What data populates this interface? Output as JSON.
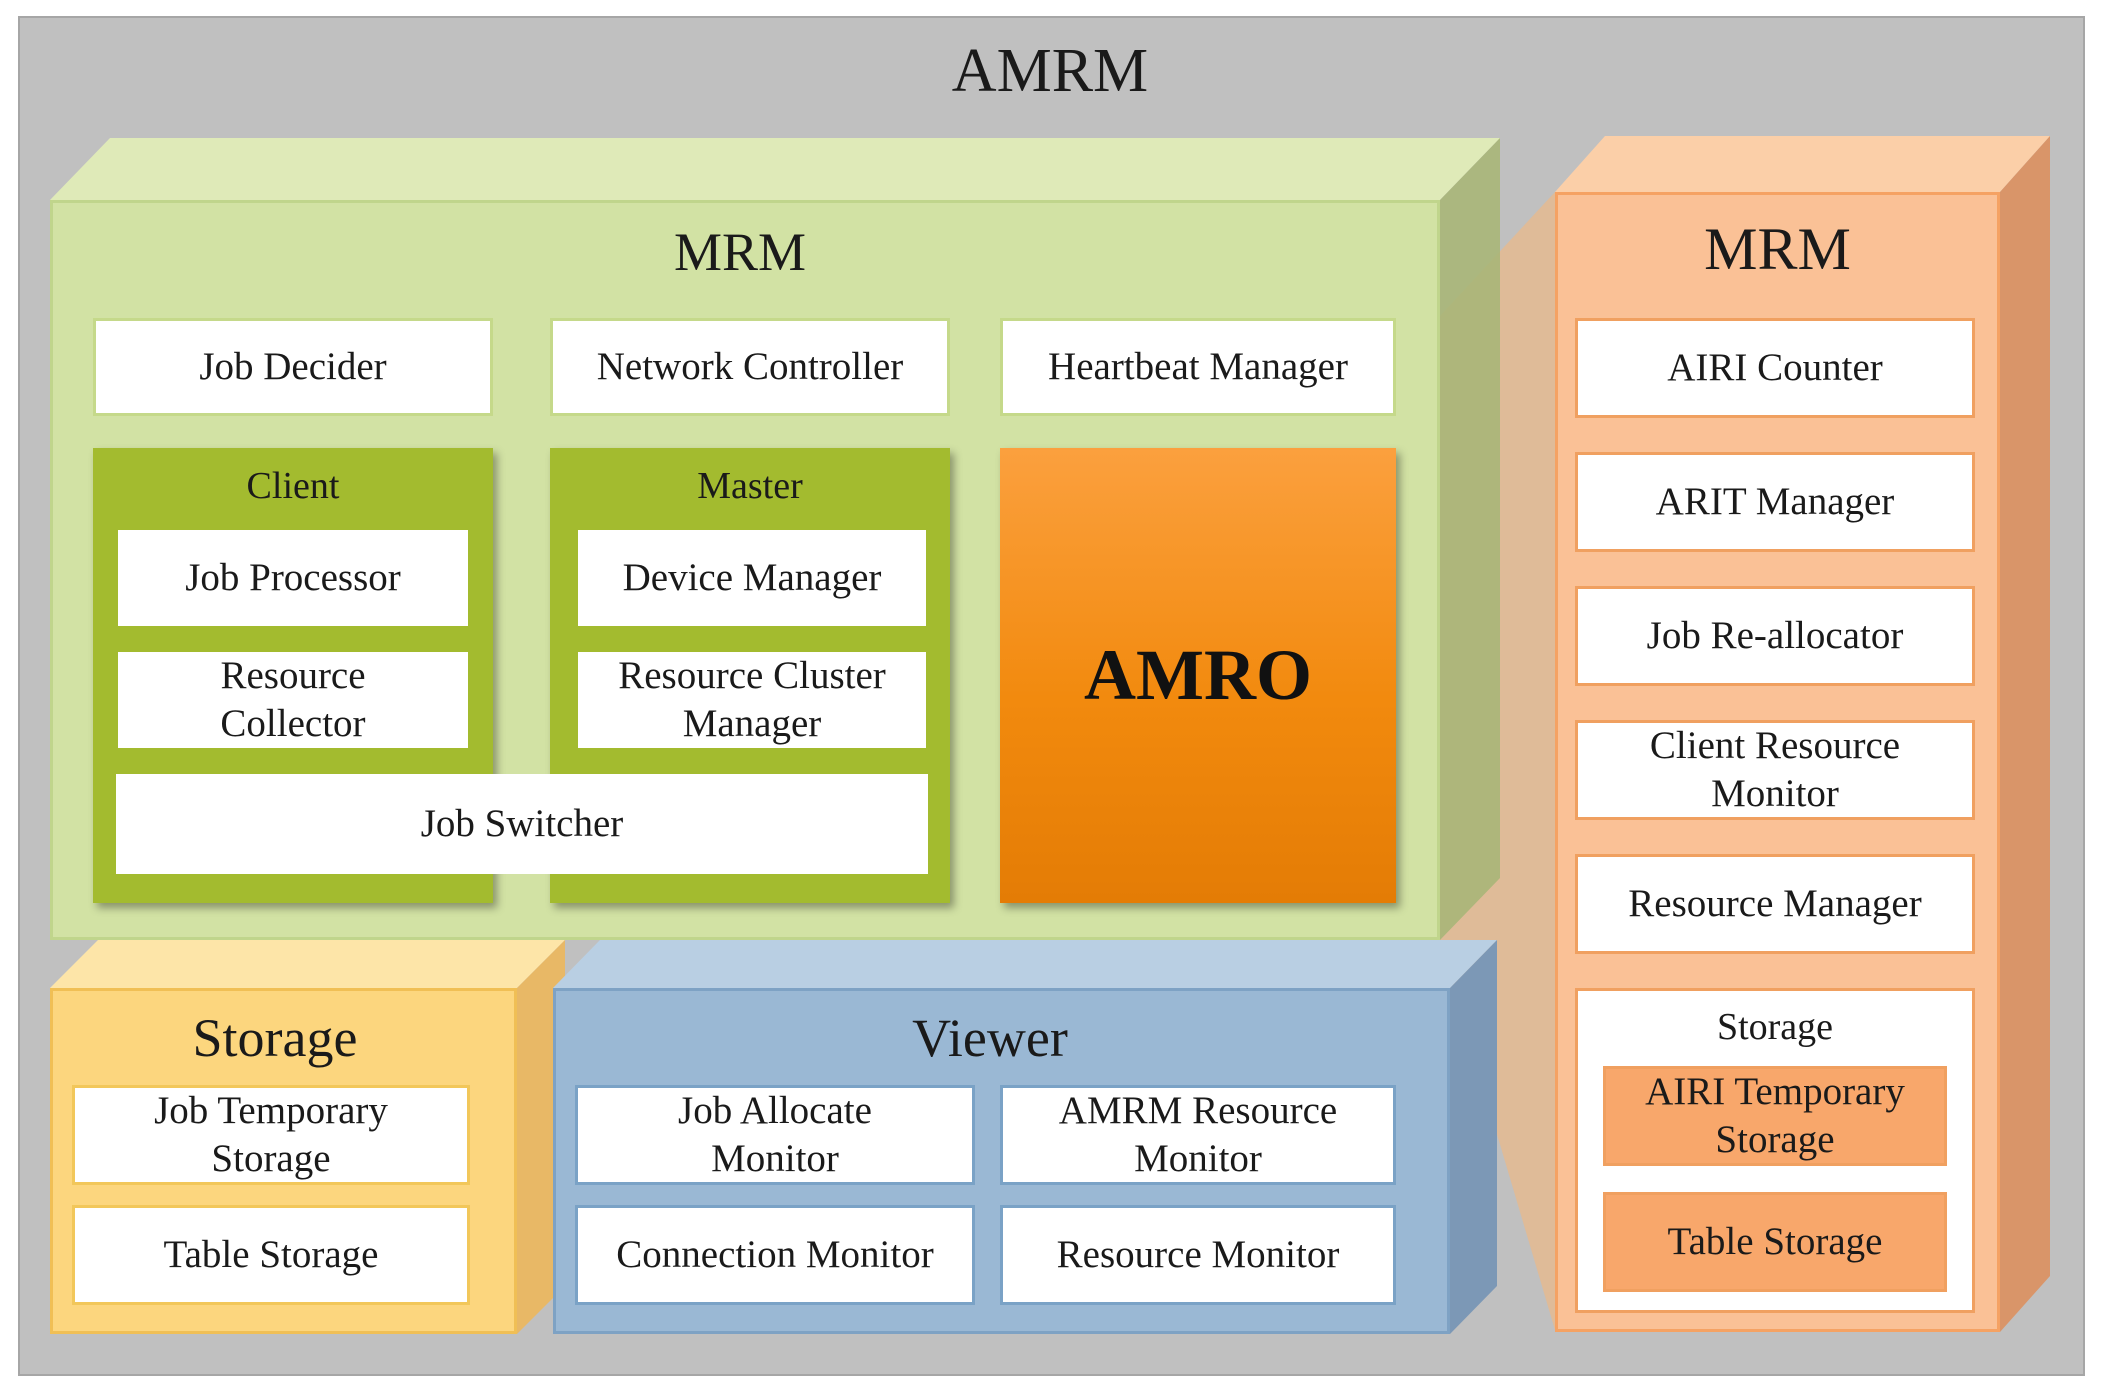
{
  "title": "AMRM",
  "mrm_main": {
    "title": "MRM",
    "top_boxes": [
      "Job Decider",
      "Network Controller",
      "Heartbeat Manager"
    ],
    "client": {
      "title": "Client",
      "items": [
        "Job Processor",
        "Resource\nCollector"
      ]
    },
    "master": {
      "title": "Master",
      "items": [
        "Device Manager",
        "Resource Cluster\nManager"
      ]
    },
    "job_switcher": "Job Switcher",
    "amro": "AMRO"
  },
  "storage": {
    "title": "Storage",
    "items": [
      "Job Temporary\nStorage",
      "Table Storage"
    ]
  },
  "viewer": {
    "title": "Viewer",
    "items": [
      "Job Allocate\nMonitor",
      "AMRM  Resource\nMonitor",
      "Connection Monitor",
      "Resource Monitor"
    ]
  },
  "mrm_side": {
    "title": "MRM",
    "items": [
      "AIRI Counter",
      "ARIT Manager",
      "Job Re-allocator",
      "Client Resource\nMonitor",
      "Resource Manager"
    ],
    "storage": {
      "title": "Storage",
      "items": [
        "AIRI Temporary\nStorage",
        "Table Storage"
      ]
    }
  },
  "colors": {
    "frame": "#c0c0c0",
    "mrm_green": "#d2e2a4",
    "client_green": "#a3bb2f",
    "amro_orange": "#f38a10",
    "storage_yellow": "#fcd67e",
    "viewer_blue": "#9ab8d4",
    "side_orange": "#fac196"
  }
}
